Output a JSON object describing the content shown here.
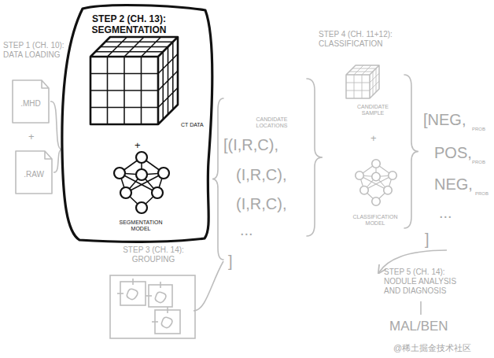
{
  "diagram": {
    "nodes": [
      {
        "text": [
          ".MHD"
        ]
      },
      {
        "text": [
          ".RAW"
        ]
      },
      {
        "text": [
          "STEP 2 (CH. 13): SEGMENTATION",
          "CT DATA",
          "+",
          "SEGMENTATION MODEL"
        ]
      },
      {
        "text": [
          "STEP 3 (CH. 14): GROUPING"
        ]
      }
    ],
    "edges": [
      {
        "from": 0,
        "to": 2,
        "arrow": "none"
      },
      {
        "from": 1,
        "to": 2,
        "arrow": "none"
      }
    ],
    "labels": [
      "STEP 1 (CH. 10): DATA LOADING",
      "+",
      "CANDIDATE LOCATIONS",
      "[(I,R,C),",
      "(I,R,C),",
      "(I,R,C),",
      "...",
      "]",
      "STEP 4 (CH. 11+12): CLASSIFICATION",
      "CANDIDATE SAMPLE",
      "+",
      "CLASSIFICATION MODEL",
      "[NEG,",
      "PROB",
      "POS,",
      "PROB",
      "NEG,",
      "PROB",
      "...",
      "]",
      "STEP 5 (CH. 14): NODULE ANALYSIS AND DIAGNOSIS",
      "MAL/BEN",
      "@稀土掘金技术社区"
    ]
  }
}
